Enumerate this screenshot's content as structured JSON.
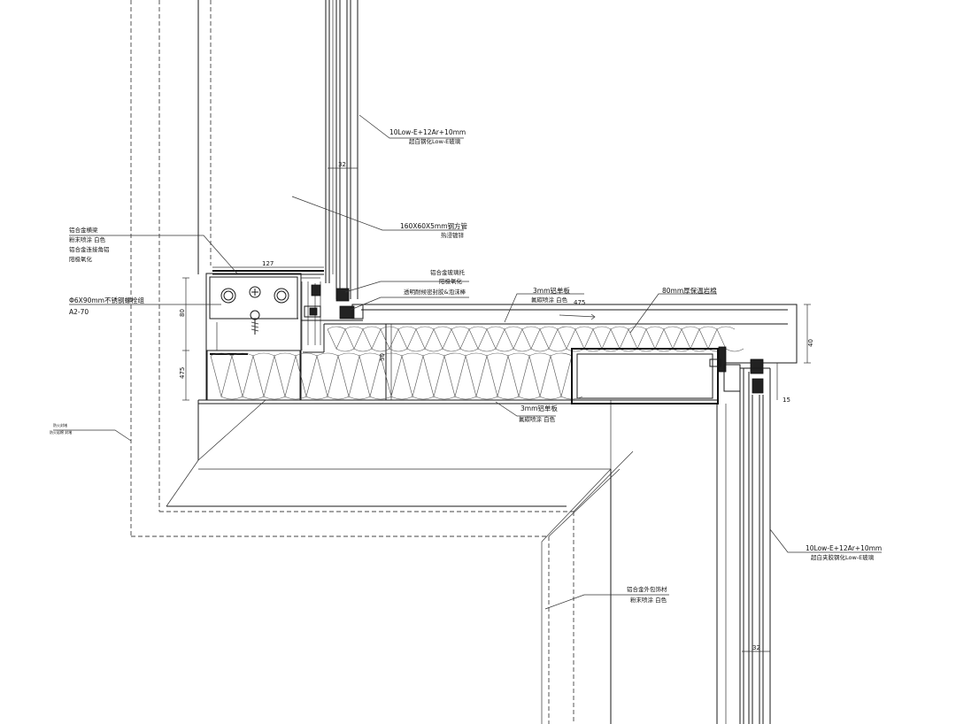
{
  "labels": {
    "glass_top_l1": "10Low-E+12Ar+10mm",
    "glass_top_l2": "超白钢化Low-E玻璃",
    "steel_tube_l1": "160X60X5mm钢方管",
    "steel_tube_l2": "热浸镀锌",
    "alu_mullion_l1": "铝合金横梁",
    "alu_mullion_l2": "粉末喷涂 白色",
    "alu_mullion_l3": "铝合金连接角铝",
    "alu_mullion_l4": "阳极氧化",
    "bolt_l1": "Φ6X90mm不锈钢螺栓组",
    "bolt_l2": "A2-70",
    "glass_holder_l1": "铝合金玻璃托",
    "glass_holder_l2": "阳极氧化",
    "sealant_l1": "透明耐候密封胶&泡沫棒",
    "panel_top_l1": "3mm铝单板",
    "panel_top_l2": "氟碳喷涂 白色",
    "rockwool_l1": "80mm厚保温岩棉",
    "panel_bot_l1": "3mm铝单板",
    "panel_bot_l2": "氟碳喷涂 白色",
    "glass_right_l1": "10Low-E+12Ar+10mm",
    "glass_right_l2": "超白夹胶钢化Low-E玻璃",
    "cladding_l1": "铝合金外包饰材",
    "cladding_l2": "粉末喷涂 白色",
    "tiny_l1": "防火封堵",
    "tiny_l2": "防火岩棉 封堵",
    "slope_text": "475"
  },
  "dimensions": {
    "d32_top": "32",
    "d127": "127",
    "d80": "80",
    "d475_left": "475",
    "d40": "40",
    "d15": "15",
    "d32_bottom": "32",
    "d50": "50"
  }
}
